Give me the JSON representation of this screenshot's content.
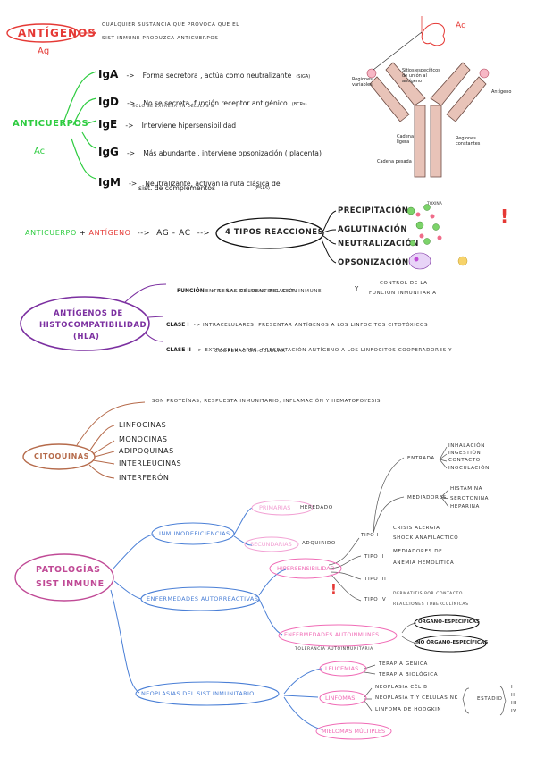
{
  "antigenos": {
    "title": "ANTÍGENOS",
    "abbr": "Ag",
    "definition_line1": "CUALQUIER SUSTANCIA QUE PROVOCA QUE EL",
    "definition_line2": "SIST INMUNE PRODUZCA ANTICUERPOS"
  },
  "anticuerpos": {
    "title": "ANTICUERPOS",
    "abbr": "Ac",
    "items": [
      {
        "name": "IgA",
        "arrow": "->",
        "desc": "Forma secretora , actúa como neutralizante",
        "note": "(SIGA)",
        "sub": ""
      },
      {
        "name": "IgD",
        "arrow": "->",
        "desc": "No se secreta, función receptor antigénico",
        "note": "(BCRs)",
        "sub": "SOLO SE EXPRESA EN CÉLULAS B"
      },
      {
        "name": "IgE",
        "arrow": "->",
        "desc": "Interviene hipersensibilidad",
        "note": "",
        "sub": ""
      },
      {
        "name": "IgG",
        "arrow": "->",
        "desc": "Más abundante , interviene opsonización ( placenta)",
        "note": "",
        "sub": ""
      },
      {
        "name": "IgM",
        "arrow": "->",
        "desc": "Neutralizante, activan la ruta clásica del",
        "note": "(ESAS)",
        "sub": "sist. de complementos"
      }
    ]
  },
  "diagram": {
    "ag_label": "Ag",
    "labels": {
      "sites": "Sitios específicos de unión al antígeno",
      "variable": "Regiones variables",
      "antigen": "Antígeno",
      "light": "Cadena ligera",
      "constant": "Regiones constantes",
      "heavy": "Cadena pesada"
    }
  },
  "reacciones": {
    "anticuerpo": "ANTICUERPO",
    "plus": "+",
    "antigeno": "ANTÍGENO",
    "arrow": "-->",
    "result": "AG - AC",
    "arrow2": "-->",
    "center": "4 TIPOS REACCIONES",
    "types": [
      "PRECIPITACIÓN",
      "AGLUTINACIÓN",
      "NEUTRALIZACIÓN",
      "OPSONIZACIÓN"
    ],
    "toxin_label": "TOXINA",
    "exclamation": "!"
  },
  "hla": {
    "title_line1": "ANTÍGENOS DE",
    "title_line2": "HISTOCOMPATIBILIDAD",
    "title_line3": "(HLA)",
    "funcion_label": "FUNCIÓN",
    "funcion_text1": "-> SEÑAL DE IDENTIFICACIÓN",
    "funcion_text2": "ENTRE LAS CÉLULAS DEL SIST. INMUNE",
    "funcion_y": "Y",
    "funcion_text3": "CONTROL DE LA",
    "funcion_text4": "FUNCIÓN INMUNITARIA",
    "clase1_label": "CLASE I",
    "clase1_text": "-> INTRACELULARES, PRESENTAR ANTÍGENOS A LOS LINFOCITOS CITOTÓXICOS",
    "clase2_label": "CLASE II",
    "clase2_text": "-> EXTRACELULARES, PRESENTACIÓN ANTÍGENO A LOS LINFOCITOS COOPERADORES Y",
    "clase2_text2": "COOPERACIÓN CELULAR"
  },
  "citoquinas": {
    "title": "CITOQUINAS",
    "desc": "SON PROTEÍNAS, RESPUESTA INMUNITARIO, INFLAMACIÓN Y HEMATOPOYESIS",
    "items": [
      "LINFOCINAS",
      "MONOCINAS",
      "ADIPOQUINAS",
      "INTERLEUCINAS",
      "INTERFERÓN"
    ]
  },
  "patologias": {
    "title_line1": "PATOLOGÍAS",
    "title_line2": "SIST INMUNE",
    "inmuno": {
      "label": "INMUNODEFICIENCIAS",
      "primarias": "PRIMARIAS",
      "primarias_note": "HEREDADO",
      "secundarias": "SECUNDARIAS",
      "secundarias_note": "ADQUIRIDO"
    },
    "autorreactivas": {
      "label": "ENFERMEDADES AUTORREACTIVAS",
      "hiper": "HIPERSENSIBILIDAD",
      "tipos": [
        {
          "label": "TIPO I",
          "text1": "CRISIS ALERGIA",
          "text2": "SHOCK ANAFILÁCTICO"
        },
        {
          "label": "TIPO II",
          "text1": "MEDIADORES DE",
          "text2": "ANEMIA HEMOLÍTICA"
        },
        {
          "label": "TIPO III",
          "text1": "",
          "text2": ""
        },
        {
          "label": "TIPO IV",
          "text1": "DERMATITIS POR CONTACTO",
          "text2": "REACCIONES TUBERCULÍNICAS"
        }
      ],
      "entrada_label": "ENTRADA",
      "entrada_items": [
        "INHALACIÓN",
        "INGESTIÓN",
        "CONTACTO",
        "INOCULACIÓN"
      ],
      "mediadores_label": "MEDIADORES",
      "mediadores_items": [
        "HISTAMINA",
        "SEROTONINA",
        "HEPARINA"
      ],
      "autoinmunes": "ENFERMEDADES AUTOINMUNES",
      "autoinmunes_note": "TOLERANCIA AUTOINMUNITARIA",
      "organo": "ÓRGANO-ESPECÍFICAS",
      "no_organo": "NO ÓRGANO-ESPECÍFICAS",
      "exclamation": "!"
    },
    "neoplasias": {
      "label": "NEOPLASIAS DEL SIST INMUNITARIO",
      "leucemias": "LEUCEMIAS",
      "leucemias_items": [
        "TERAPIA GÉNICA",
        "TERAPIA BIOLÓGICA"
      ],
      "linfomas": "LINFOMAS",
      "linfomas_items": [
        "NEOPLASIA CÉL B",
        "NEOPLASIA T Y CÉLULAS NK",
        "LINFOMA DE HODGKIN"
      ],
      "estadio": "ESTADIO",
      "estadio_items": [
        "I",
        "II",
        "III",
        "IV"
      ],
      "mielomas": "MIELOMAS MÚLTIPLES"
    }
  }
}
